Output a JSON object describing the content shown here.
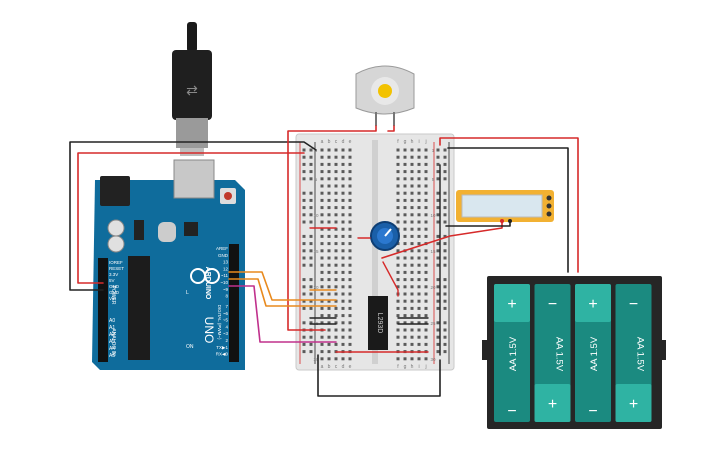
{
  "arduino": {
    "brand": "ARDUINO",
    "model": "UNO",
    "power_header_label": "POWER",
    "analog_header_label": "ANALOG IN",
    "digital_header_label": "DIGITAL (PWM~)",
    "power_pins": [
      "IOREF",
      "RESET",
      "3.3V",
      "5V",
      "GND",
      "GND",
      "Vin"
    ],
    "analog_pins": [
      "A0",
      "A1",
      "A2",
      "A3",
      "A4",
      "A5"
    ],
    "digital_pins_top": [
      "AREF",
      "GND",
      "13",
      "12",
      "~11",
      "~10",
      "~9",
      "8"
    ],
    "digital_pins_bottom": [
      "7",
      "~6",
      "~5",
      "4",
      "~3",
      "2",
      "TX▶1",
      "RX◀0"
    ],
    "tx_label": "TX",
    "rx_label": "RX",
    "led_l_label": "L",
    "on_label": "ON"
  },
  "breadboard": {
    "col_letters_left": [
      "a",
      "b",
      "c",
      "d",
      "e"
    ],
    "col_letters_right": [
      "f",
      "g",
      "h",
      "i",
      "j"
    ],
    "row_numbers": [
      "1",
      "5",
      "10",
      "15",
      "20",
      "25",
      "30"
    ],
    "rail_plus": "+",
    "rail_minus": "-"
  },
  "ic": {
    "label": "L293D"
  },
  "battery": {
    "cells": [
      {
        "label": "AA 1.5V",
        "orientation": "plus-top"
      },
      {
        "label": "AA 1.5V",
        "orientation": "plus-bottom"
      },
      {
        "label": "AA 1.5V",
        "orientation": "plus-top"
      },
      {
        "label": "AA 1.5V",
        "orientation": "plus-bottom"
      }
    ],
    "plus": "+",
    "minus": "−"
  },
  "colors": {
    "arduino_blue": "#0f6c9c",
    "wire_red": "#d62a2a",
    "wire_black": "#222222",
    "wire_orange": "#e88a1e",
    "wire_magenta": "#c0308c",
    "battery_teal": "#1b8a80",
    "multimeter_yellow": "#f2b132",
    "pot_blue": "#1a5fa8"
  },
  "icons": {
    "usb_cable": "usb-plug-icon",
    "motor": "dc-motor-icon",
    "potentiometer": "potentiometer-icon",
    "multimeter": "multimeter-icon"
  }
}
